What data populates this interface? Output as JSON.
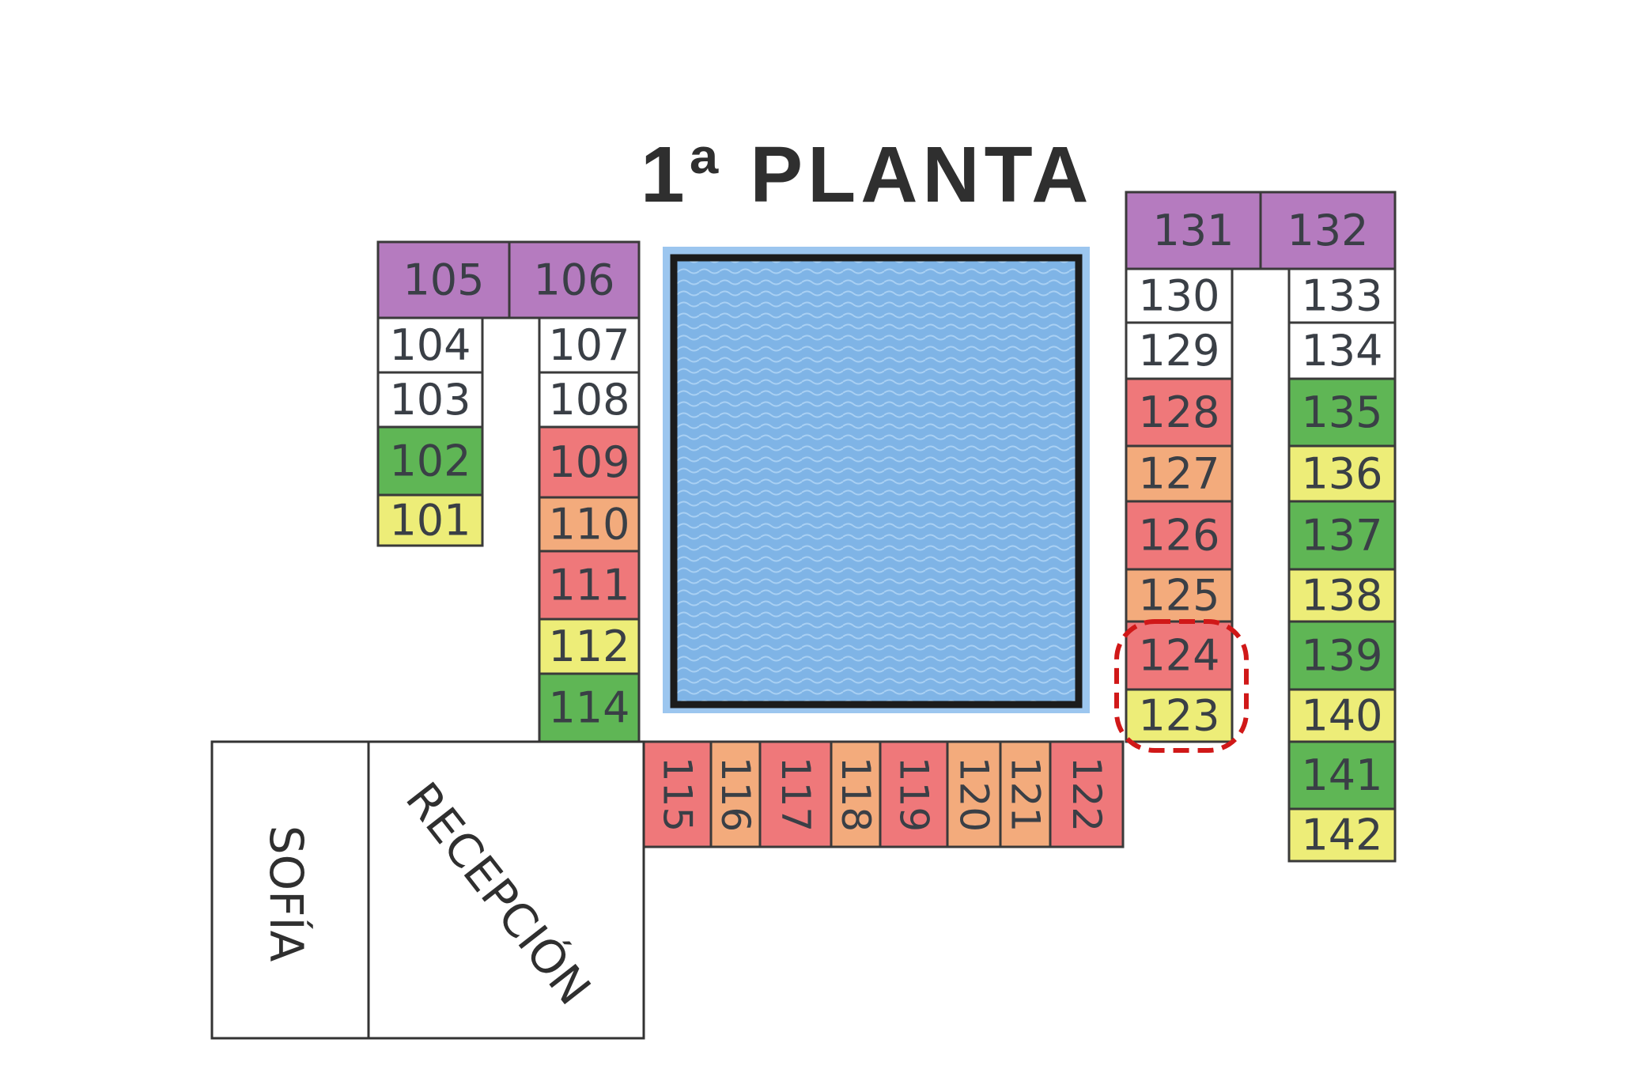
{
  "title": "1ª PLANTA",
  "colors": {
    "purple": "#b57bbf",
    "white": "#ffffff",
    "green": "#5fb655",
    "yellow": "#eded78",
    "red": "#ef787a",
    "orange": "#f3ab7c",
    "pool": "#7fb4e6",
    "highlight": "#d01818"
  },
  "areas": {
    "sofia": "SOFÍA",
    "recepcion": "RECEPCIÓN"
  },
  "rooms": [
    {
      "num": "105",
      "color": "purple"
    },
    {
      "num": "106",
      "color": "purple"
    },
    {
      "num": "104",
      "color": "white"
    },
    {
      "num": "103",
      "color": "white"
    },
    {
      "num": "102",
      "color": "green"
    },
    {
      "num": "101",
      "color": "yellow"
    },
    {
      "num": "107",
      "color": "white"
    },
    {
      "num": "108",
      "color": "white"
    },
    {
      "num": "109",
      "color": "red"
    },
    {
      "num": "110",
      "color": "orange"
    },
    {
      "num": "111",
      "color": "red"
    },
    {
      "num": "112",
      "color": "yellow"
    },
    {
      "num": "114",
      "color": "green"
    },
    {
      "num": "115",
      "color": "red"
    },
    {
      "num": "116",
      "color": "orange"
    },
    {
      "num": "117",
      "color": "red"
    },
    {
      "num": "118",
      "color": "orange"
    },
    {
      "num": "119",
      "color": "red"
    },
    {
      "num": "120",
      "color": "orange"
    },
    {
      "num": "121",
      "color": "orange"
    },
    {
      "num": "122",
      "color": "red"
    },
    {
      "num": "131",
      "color": "purple"
    },
    {
      "num": "132",
      "color": "purple"
    },
    {
      "num": "130",
      "color": "white"
    },
    {
      "num": "129",
      "color": "white"
    },
    {
      "num": "128",
      "color": "red"
    },
    {
      "num": "127",
      "color": "orange"
    },
    {
      "num": "126",
      "color": "red"
    },
    {
      "num": "125",
      "color": "orange"
    },
    {
      "num": "124",
      "color": "red"
    },
    {
      "num": "123",
      "color": "yellow"
    },
    {
      "num": "133",
      "color": "white"
    },
    {
      "num": "134",
      "color": "white"
    },
    {
      "num": "135",
      "color": "green"
    },
    {
      "num": "136",
      "color": "yellow"
    },
    {
      "num": "137",
      "color": "green"
    },
    {
      "num": "138",
      "color": "yellow"
    },
    {
      "num": "139",
      "color": "green"
    },
    {
      "num": "140",
      "color": "yellow"
    },
    {
      "num": "141",
      "color": "green"
    },
    {
      "num": "142",
      "color": "yellow"
    }
  ]
}
